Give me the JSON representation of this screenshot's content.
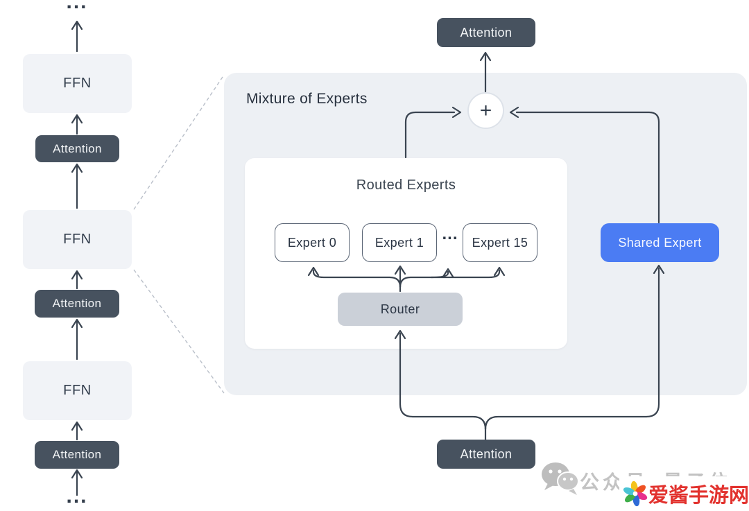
{
  "left_stack": {
    "ellipsis_top": "...",
    "ellipsis_bottom": "...",
    "blocks": [
      {
        "label": "FFN"
      },
      {
        "label": "Attention"
      },
      {
        "label": "FFN"
      },
      {
        "label": "Attention"
      },
      {
        "label": "FFN"
      },
      {
        "label": "Attention"
      }
    ]
  },
  "moe": {
    "title": "Mixture of Experts",
    "attention_top": "Attention",
    "attention_bottom": "Attention",
    "plus": "+",
    "routed": {
      "title": "Routed Experts",
      "experts": [
        "Expert 0",
        "Expert 1",
        "Expert 15"
      ],
      "ellipsis": "...",
      "router": "Router"
    },
    "shared_expert": "Shared Expert"
  },
  "watermark": {
    "wechat_label": "公众号",
    "account": "量子位",
    "site": "爱酱手游网"
  },
  "colors": {
    "block_dark": "#47525f",
    "block_light": "#f1f3f7",
    "panel_bg": "#edf0f4",
    "card_bg": "#ffffff",
    "router_bg": "#cbd0d8",
    "shared_expert_bg": "#4b7cf3",
    "line": "#3a4450",
    "dashed_line": "#b9bfc9",
    "watermark_gray": "#c3c3c3",
    "watermark_red": "#e2322e"
  }
}
